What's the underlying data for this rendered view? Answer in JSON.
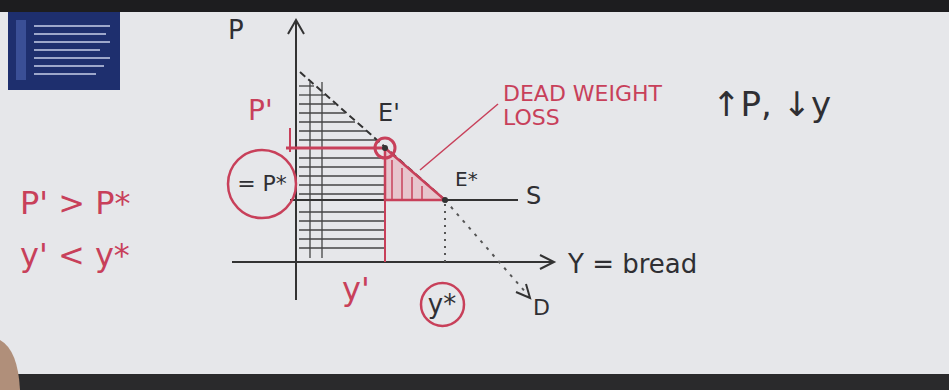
{
  "diagram": {
    "nodes": [
      {
        "text": [
          "= P*"
        ]
      },
      {
        "text": [
          "y*"
        ]
      }
    ],
    "labels": [
      "P",
      "P'",
      "E'",
      "DEAD WEIGHT LOSS",
      "↑P, ↓y",
      "E*",
      "S",
      "D",
      "Y = bread",
      "y'",
      "P' > P*",
      "y' < y*"
    ]
  }
}
